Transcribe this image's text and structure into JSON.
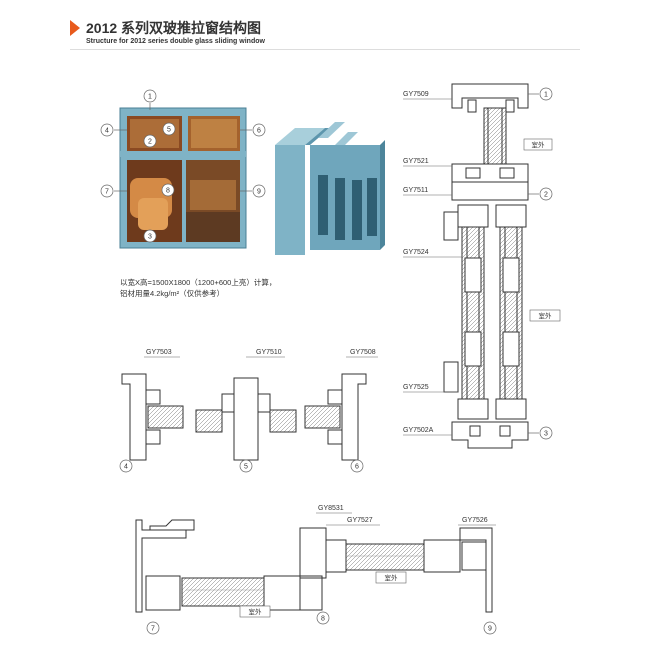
{
  "header": {
    "title": "2012 系列双玻推拉窗结构图",
    "subtitle": "Structure for 2012 series double glass sliding window"
  },
  "note": {
    "line1": "以宽X高=1500X1800（1200+600上亮）计算，",
    "line2": "铝材用量4.2kg/m²（仅供参考）"
  },
  "callouts": [
    "1",
    "2",
    "3",
    "4",
    "5",
    "6",
    "7",
    "8",
    "9"
  ],
  "profiles": {
    "gy7509": "GY7509",
    "gy7521": "GY7521",
    "gy7511": "GY7511",
    "gy7524": "GY7524",
    "gy7525": "GY7525",
    "gy7502a": "GY7502A",
    "gy7503": "GY7503",
    "gy7510": "GY7510",
    "gy7508": "GY7508",
    "gy8531": "GY8531",
    "gy7527": "GY7527",
    "gy7526": "GY7526"
  },
  "outdoor_label": "室外",
  "colors": {
    "accent": "#e85a1c",
    "frame": "#7fb3c6",
    "line": "#333333"
  }
}
